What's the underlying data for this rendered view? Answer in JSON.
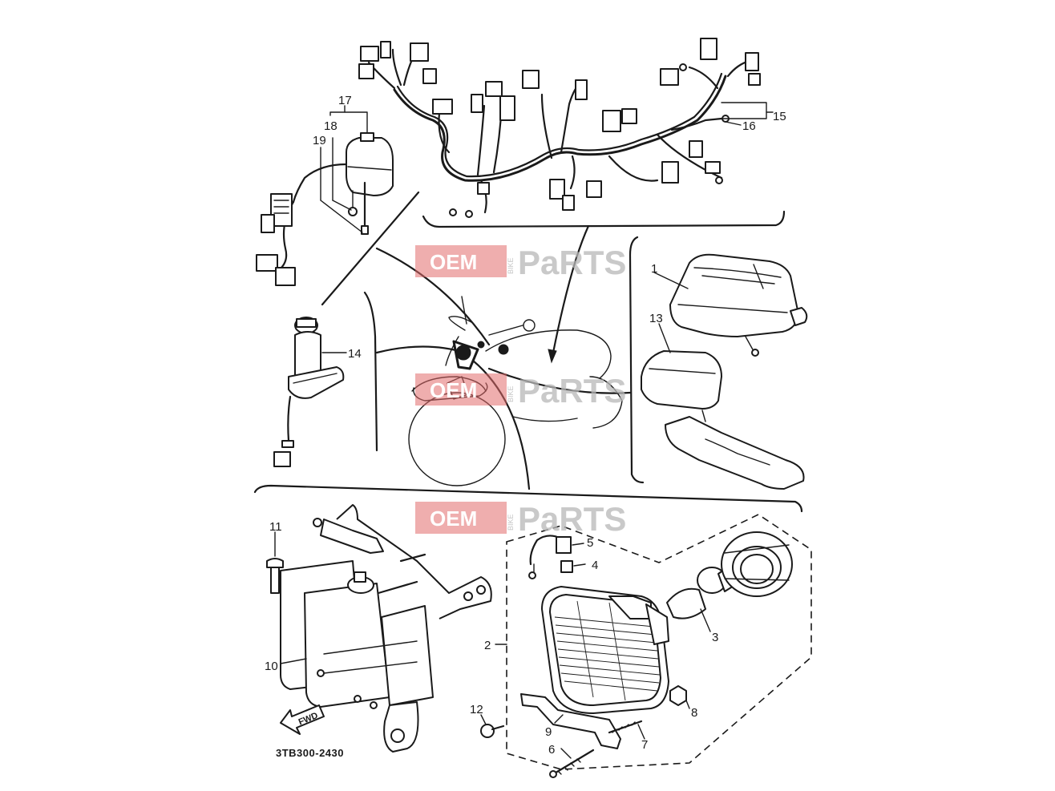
{
  "diagram": {
    "ref_code": "3TB300-2430",
    "forward_label": "FWD",
    "watermark": {
      "left": "OEM",
      "middle": "BIKE",
      "right": "PaRTS"
    },
    "callouts": {
      "c1": "1",
      "c2": "2",
      "c3": "3",
      "c4": "4",
      "c5": "5",
      "c6": "6",
      "c7": "7",
      "c8": "8",
      "c9": "9",
      "c10": "10",
      "c11": "11",
      "c12": "12",
      "c13": "13",
      "c14": "14",
      "c15": "15",
      "c16": "16",
      "c17": "17",
      "c18": "18",
      "c19": "19"
    }
  }
}
